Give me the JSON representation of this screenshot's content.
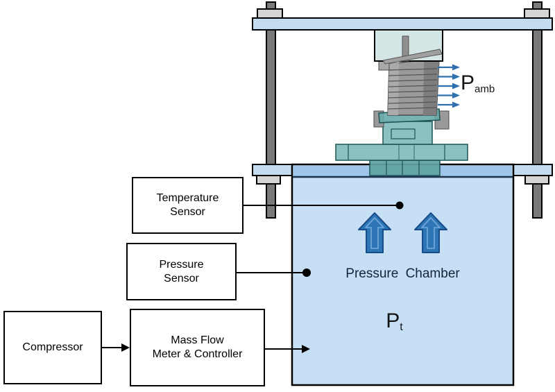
{
  "figure": {
    "boxes": {
      "temperature_sensor": {
        "line1": "Temperature",
        "line2": "Sensor"
      },
      "pressure_sensor": {
        "line1": "Pressure",
        "line2": "Sensor"
      },
      "compressor": {
        "line1": "Compressor"
      },
      "mass_flow_meter": {
        "line1": "Mass Flow",
        "line2": "Meter & Controller"
      }
    },
    "chamber": {
      "label": "Pressure Chamber",
      "symbol": "P",
      "symbol_subscript": "t"
    },
    "ambient": {
      "symbol": "P",
      "symbol_subscript": "amb"
    },
    "colors": {
      "chamber_fill": "#c6dff4",
      "chamber_lid": "#9fc6e8",
      "lid_line": "#1b3048",
      "plate_fill": "#c3dcf0",
      "rod_fill": "#7a7a7a",
      "nut_fill": "#d4d4d4",
      "flow_arrow_fill": "#2e75b6",
      "flow_arrow_edge": "#174e89",
      "ambient_arrow": "#2e6fae",
      "device_teal": "#7fbaba",
      "device_gray": "#9a9a9a"
    }
  }
}
